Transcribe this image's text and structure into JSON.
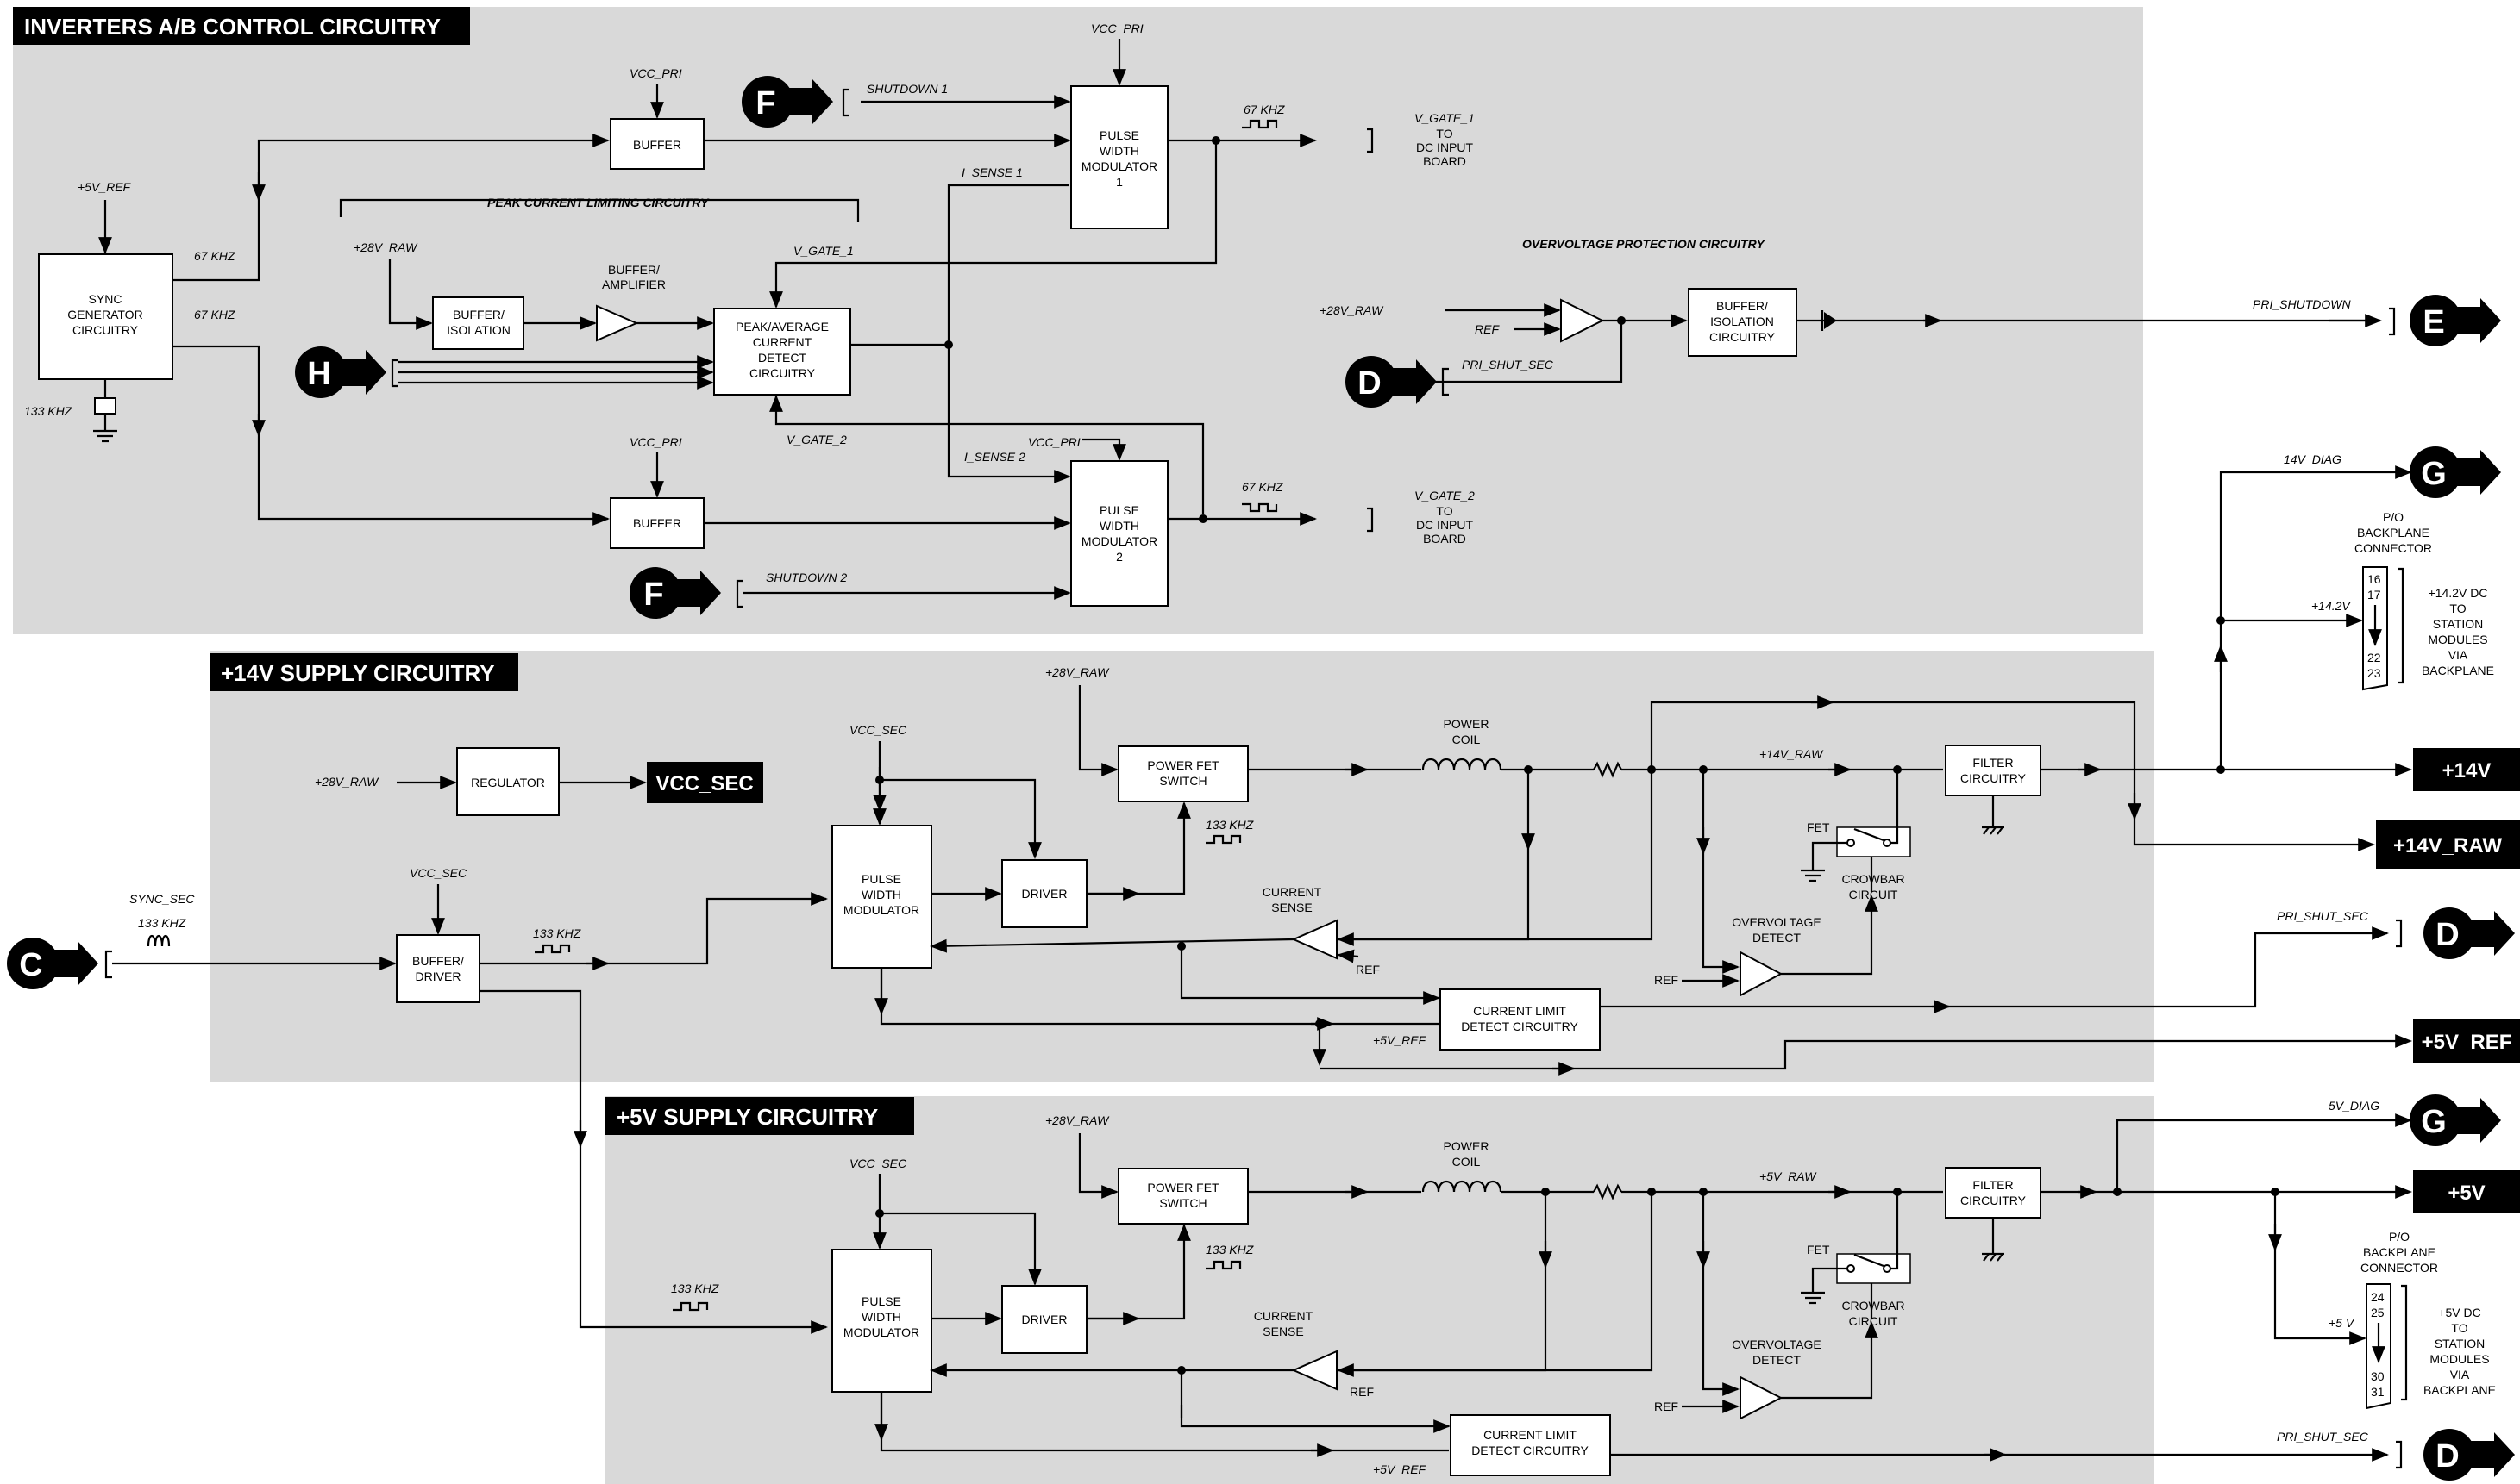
{
  "sections": {
    "inverters": "INVERTERS A/B CONTROL CIRCUITRY",
    "supply14": "+14V SUPPLY CIRCUITRY",
    "supply5": "+5V SUPPLY CIRCUITRY",
    "peak": "PEAK CURRENT LIMITING CIRCUITRY",
    "ovp": "OVERVOLTAGE PROTECTION CIRCUITRY"
  },
  "blocks": {
    "sync": [
      "SYNC",
      "GENERATOR",
      "CIRCUITRY"
    ],
    "buffer": "BUFFER",
    "pwm1": [
      "PULSE",
      "WIDTH",
      "MODULATOR",
      "1"
    ],
    "pwm2": [
      "PULSE",
      "WIDTH",
      "MODULATOR",
      "2"
    ],
    "buffer_iso": [
      "BUFFER/",
      "ISOLATION"
    ],
    "buffer_amp": [
      "BUFFER/",
      "AMPLIFIER"
    ],
    "peak_detect": [
      "PEAK/AVERAGE",
      "CURRENT",
      "DETECT",
      "CIRCUITRY"
    ],
    "ovp_buffer": [
      "BUFFER/",
      "ISOLATION",
      "CIRCUITRY"
    ],
    "regulator": "REGULATOR",
    "power_fet": [
      "POWER FET",
      "SWITCH"
    ],
    "pwm": [
      "PULSE",
      "WIDTH",
      "MODULATOR"
    ],
    "driver": "DRIVER",
    "buffer_driver": [
      "BUFFER/",
      "DRIVER"
    ],
    "filter": [
      "FILTER",
      "CIRCUITRY"
    ],
    "current_limit": [
      "CURRENT LIMIT",
      "DETECT CIRCUITRY"
    ],
    "power_coil": [
      "POWER",
      "COIL"
    ],
    "current_sense": [
      "CURRENT",
      "SENSE"
    ],
    "fet": "FET",
    "crowbar": [
      "CROWBAR",
      "CIRCUIT"
    ],
    "ov_detect": [
      "OVERVOLTAGE",
      "DETECT"
    ],
    "dc_input1": [
      "TO",
      "DC INPUT",
      "BOARD"
    ],
    "backplane": [
      "P/O",
      "BACKPLANE",
      "CONNECTOR"
    ],
    "to_14": [
      "+14.2V DC",
      "TO",
      "STATION",
      "MODULES",
      "VIA",
      "BACKPLANE"
    ],
    "to_5": [
      "+5V DC",
      "TO",
      "STATION",
      "MODULES",
      "VIA",
      "BACKPLANE"
    ]
  },
  "signals": {
    "vcc_pri": "VCC_PRI",
    "p5v_ref": "+5V_REF",
    "p28v_raw": "+28V_RAW",
    "khz67": "67 KHZ",
    "khz133": "133 KHZ",
    "shutdown1": "SHUTDOWN 1",
    "shutdown2": "SHUTDOWN 2",
    "i_sense1": "I_SENSE 1",
    "i_sense2": "I_SENSE 2",
    "v_gate1": "V_GATE_1",
    "v_gate2": "V_GATE_2",
    "ref": "REF",
    "pri_shut_sec": "PRI_SHUT_SEC",
    "pri_shutdown": "PRI_SHUTDOWN",
    "v14_diag": "14V_DIAG",
    "v14_2": "+14.2V",
    "v14_raw": "+14V_RAW",
    "vcc_sec": "VCC_SEC",
    "sync_sec": "SYNC_SEC",
    "v5_diag": "5V_DIAG",
    "v5_raw": "+5V_RAW",
    "v5": "+5 V"
  },
  "pins": {
    "p16": "16",
    "p17": "17",
    "p22": "22",
    "p23": "23",
    "p24": "24",
    "p25": "25",
    "p30": "30",
    "p31": "31"
  },
  "outputs": {
    "vcc_sec": "VCC_SEC",
    "v14": "+14V",
    "v14_raw": "+14V_RAW",
    "v5_ref": "+5V_REF",
    "v5": "+5V"
  },
  "connectors": {
    "F": "F",
    "H": "H",
    "D": "D",
    "E": "E",
    "G": "G",
    "C": "C"
  }
}
